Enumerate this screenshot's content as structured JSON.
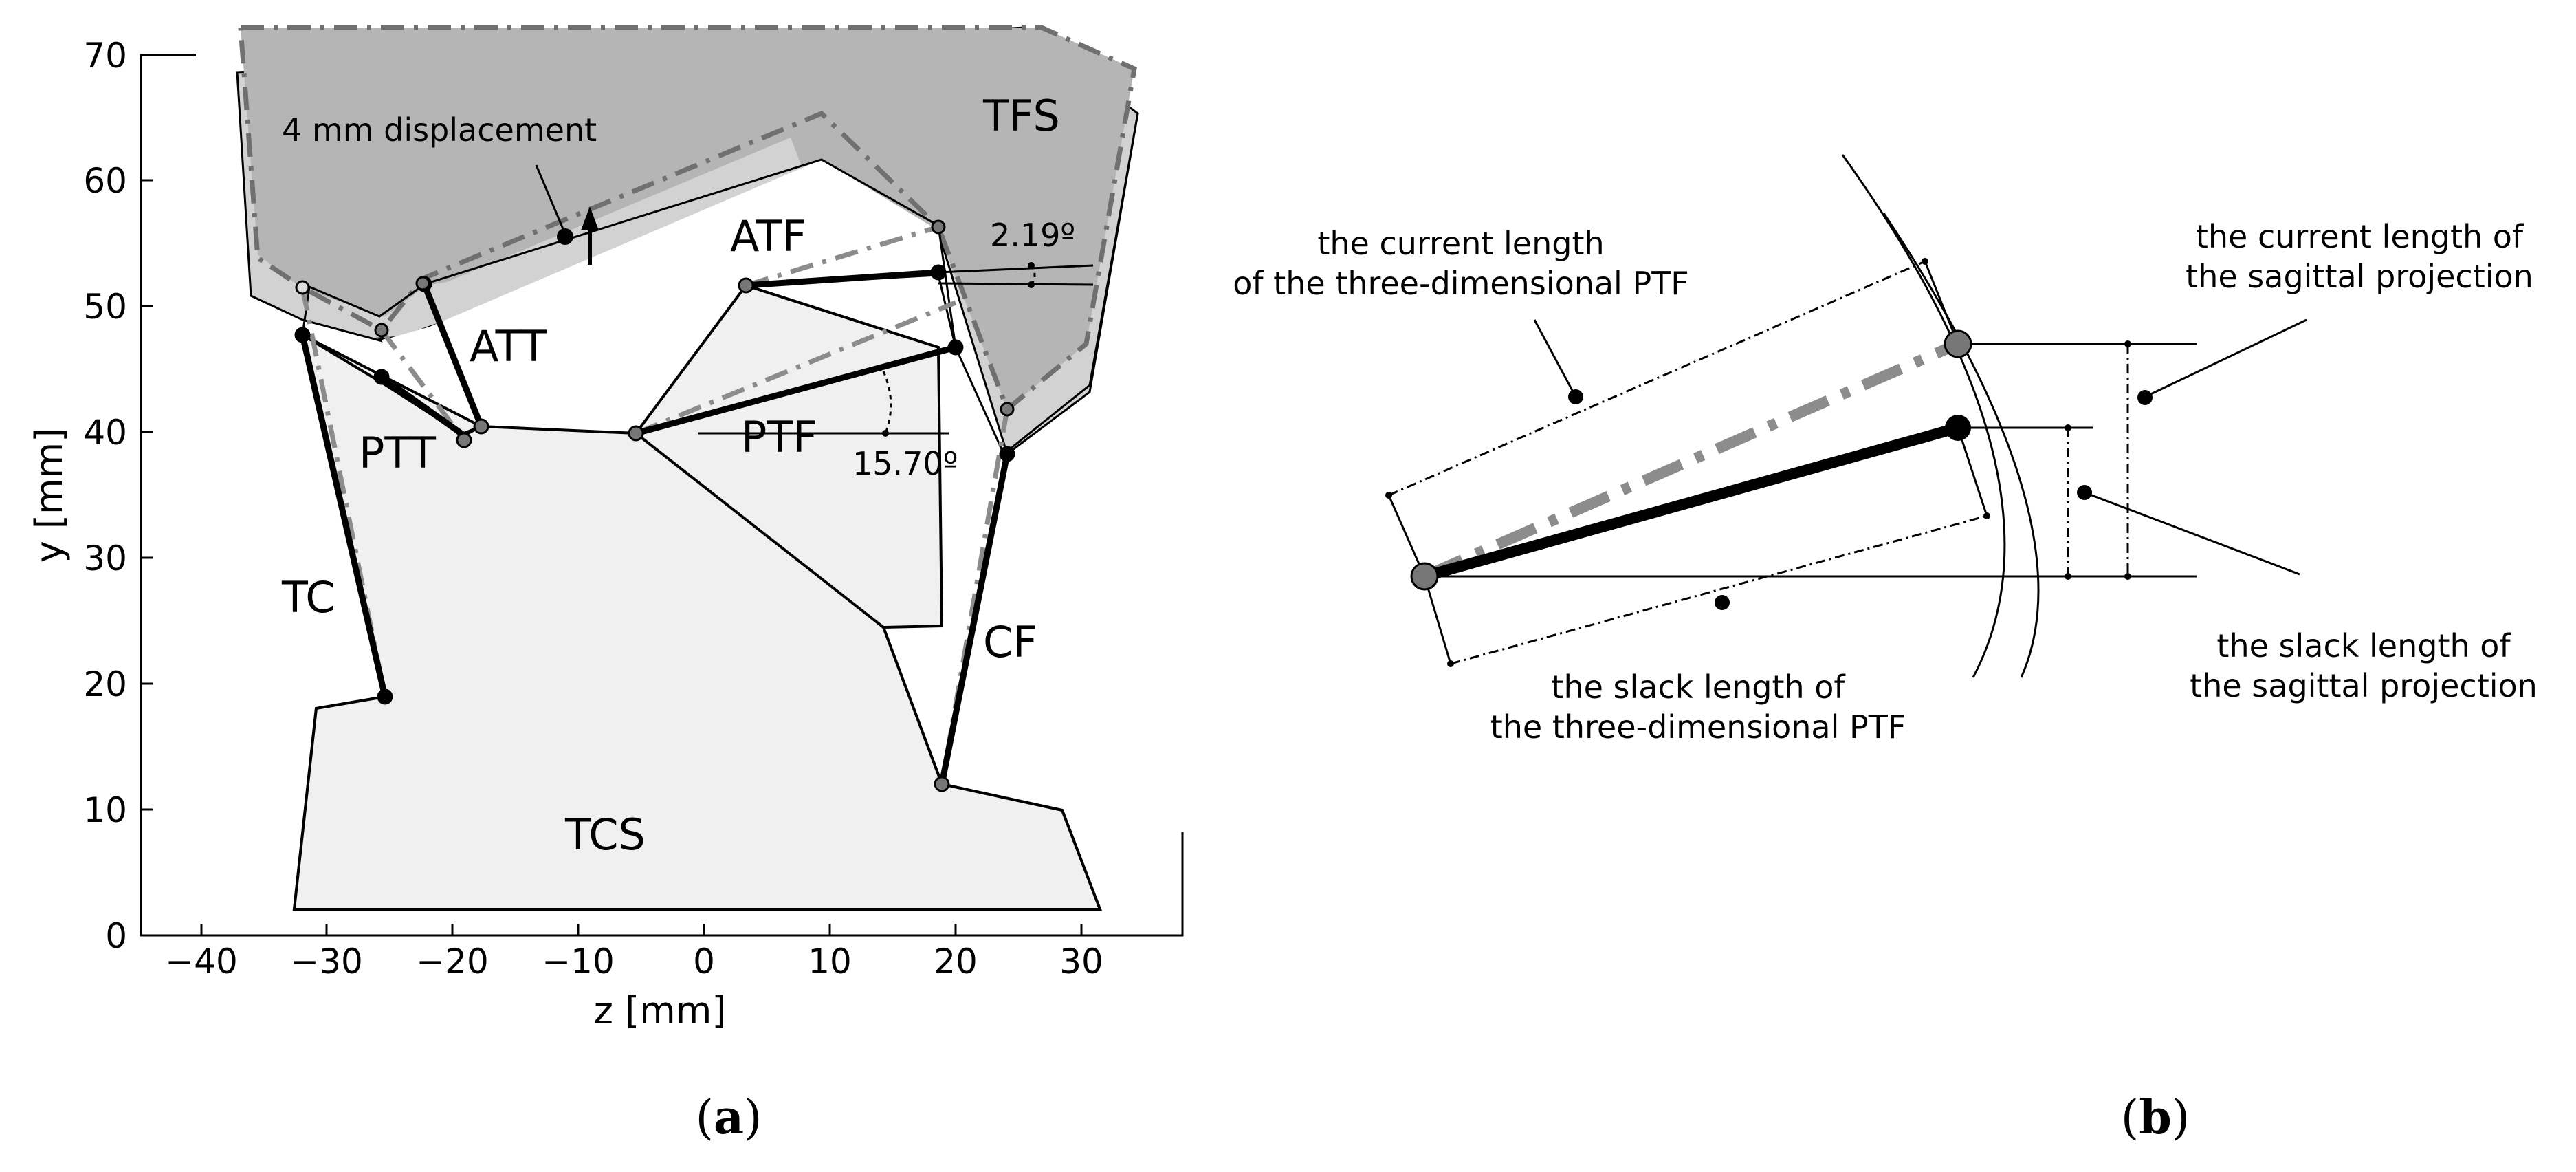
{
  "panel_a": {
    "label": "a",
    "xlabel": "z [mm]",
    "ylabel": "y [mm]",
    "x_ticks": [
      "−40",
      "−30",
      "−20",
      "−10",
      "0",
      "10",
      "20",
      "30"
    ],
    "y_ticks": [
      "0",
      "10",
      "20",
      "30",
      "40",
      "50",
      "60",
      "70"
    ],
    "segments": {
      "tfs": "TFS",
      "atf": "ATF",
      "att": "ATT",
      "ptt": "PTT",
      "ptf": "PTF",
      "tc": "TC",
      "cf": "CF",
      "tcs": "TCS"
    },
    "displacement_label": "4 mm displacement",
    "angle_top": "2.19º",
    "angle_ptf": "15.70º"
  },
  "panel_b": {
    "label": "b",
    "current_3d": [
      "the current length",
      "of the three-dimensional PTF"
    ],
    "slack_3d": [
      "the slack length of",
      "the three-dimensional PTF"
    ],
    "current_sag": [
      "the current length of",
      "the sagittal projection"
    ],
    "slack_sag": [
      "the slack length of",
      "the sagittal projection"
    ]
  },
  "colors": {
    "tfs_fill": "#b5b5b5",
    "tfs_displaced_fill": "#d2d2d2",
    "tcs_fill": "#f0f0f0",
    "dashed_gray": "#707070",
    "dashdot_gray": "#8c8c8c"
  }
}
